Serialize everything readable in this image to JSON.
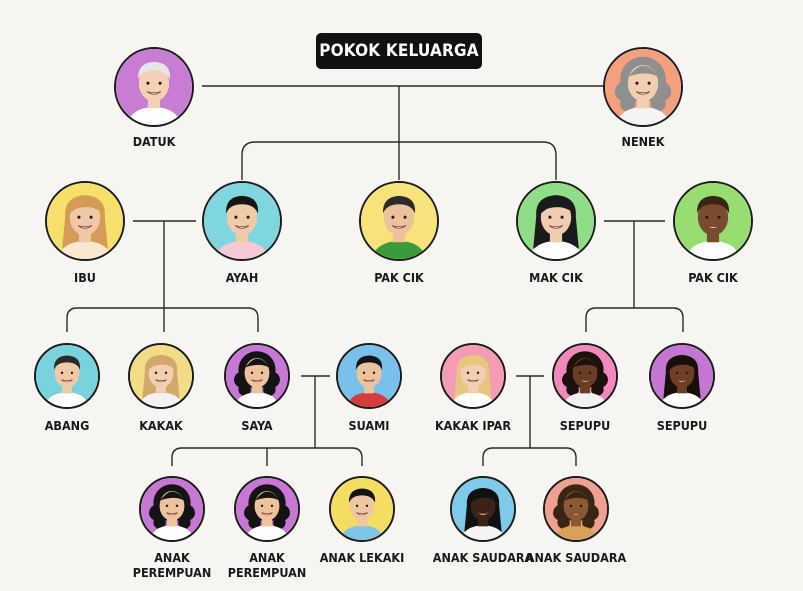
{
  "title": "POKOK KELUARGA",
  "people": {
    "datuk": {
      "label": "DATUK",
      "bg": "#c87cd4",
      "skin": "#f3d1b5",
      "hair": "#e6e6e6",
      "shirt": "#ffffff",
      "hair_style": "short"
    },
    "nenek": {
      "label": "NENEK",
      "bg": "#f4a07e",
      "skin": "#f1cfb2",
      "hair": "#8f8f8f",
      "shirt": "#f4f4f4",
      "hair_style": "curly"
    },
    "ibu": {
      "label": "IBU",
      "bg": "#f7df6c",
      "skin": "#f1c8a7",
      "hair": "#d49c57",
      "shirt": "#f9e7d0",
      "hair_style": "long"
    },
    "ayah": {
      "label": "AYAH",
      "bg": "#7fd6df",
      "skin": "#efcba8",
      "hair": "#151515",
      "shirt": "#f6c8d6",
      "hair_style": "short"
    },
    "pak_cik_1": {
      "label": "PAK CIK",
      "bg": "#f8e27a",
      "skin": "#ecc29c",
      "hair": "#2b2b2b",
      "shirt": "#3a9b3a",
      "hair_style": "short"
    },
    "mak_cik": {
      "label": "MAK CIK",
      "bg": "#8fdd86",
      "skin": "#f1cbb0",
      "hair": "#1b1b1b",
      "shirt": "#ffffff",
      "hair_style": "long"
    },
    "pak_cik_2": {
      "label": "PAK CIK",
      "bg": "#97dd71",
      "skin": "#7a4b2e",
      "hair": "#3a2616",
      "shirt": "#ffffff",
      "hair_style": "short"
    },
    "abang": {
      "label": "ABANG",
      "bg": "#79d3df",
      "skin": "#f0c9a6",
      "hair": "#2a2a2a",
      "shirt": "#ffffff",
      "hair_style": "short"
    },
    "kakak": {
      "label": "KAKAK",
      "bg": "#f2dd86",
      "skin": "#f2cfb2",
      "hair": "#d2a86c",
      "shirt": "#f2f2f2",
      "hair_style": "long"
    },
    "saya": {
      "label": "SAYA",
      "bg": "#c678d4",
      "skin": "#edc29c",
      "hair": "#141414",
      "shirt": "#ffffff",
      "hair_style": "curly"
    },
    "suami": {
      "label": "SUAMI",
      "bg": "#79c1ec",
      "skin": "#ecc39c",
      "hair": "#151515",
      "shirt": "#d63c3c",
      "hair_style": "short"
    },
    "kakak_ipar": {
      "label": "KAKAK IPAR",
      "bg": "#f59bb5",
      "skin": "#f2cfb4",
      "hair": "#e8c77c",
      "shirt": "#ffffff",
      "hair_style": "long"
    },
    "sepupu_1": {
      "label": "SEPUPU",
      "bg": "#f487bd",
      "skin": "#6b3d22",
      "hair": "#1c120c",
      "shirt": "#f2f2f2",
      "hair_style": "curly"
    },
    "sepupu_2": {
      "label": "SEPUPU",
      "bg": "#c477d2",
      "skin": "#6e3f25",
      "hair": "#160f0a",
      "shirt": "#ffffff",
      "hair_style": "long"
    },
    "anak_perempuan_1": {
      "label": "ANAK PEREMPUAN",
      "bg": "#c678d4",
      "skin": "#edc29c",
      "hair": "#141414",
      "shirt": "#ffffff",
      "hair_style": "curly"
    },
    "anak_perempuan_2": {
      "label": "ANAK PEREMPUAN",
      "bg": "#c678d4",
      "skin": "#edc29c",
      "hair": "#141414",
      "shirt": "#ffffff",
      "hair_style": "curly"
    },
    "anak_lelaki": {
      "label": "ANAK LEKAKI",
      "bg": "#f5dd62",
      "skin": "#efc7a2",
      "hair": "#151515",
      "shirt": "#7fc5e8",
      "hair_style": "short"
    },
    "anak_saudara_1": {
      "label": "ANAK SAUDARA",
      "bg": "#7dcbe8",
      "skin": "#3b2417",
      "hair": "#111111",
      "shirt": "#f4f4f4",
      "hair_style": "long"
    },
    "anak_saudara_2": {
      "label": "ANAK SAUDARA",
      "bg": "#f0a090",
      "skin": "#8a5a33",
      "hair": "#3a2414",
      "shirt": "#d9a05a",
      "hair_style": "curly"
    }
  }
}
